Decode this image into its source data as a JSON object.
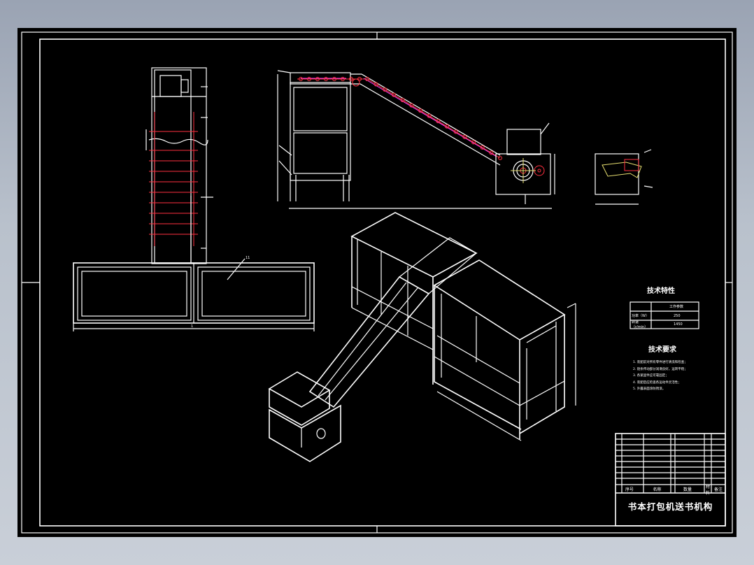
{
  "drawing": {
    "title": "书本打包机送书机构",
    "tech_specs": {
      "heading": "技术特性",
      "rows": [
        [
          "",
          "工作参数"
        ],
        [
          "功率（W）",
          "250"
        ],
        [
          "转速（r/min）",
          "1450"
        ]
      ]
    },
    "tech_requirements": {
      "heading": "技术要求",
      "items": [
        "1. 装配前对所有零件进行清洗和检查；",
        "2. 链条传动部分润滑良好，运转平稳；",
        "3. 各紧固件应可靠固定；",
        "4. 装配后应检查各运动件灵活性；",
        "5. 外露表面涂防锈漆。"
      ]
    },
    "bom": {
      "header": [
        "序号",
        "名称",
        "数量",
        "材料",
        "备注"
      ]
    }
  },
  "colors": {
    "background": "#000000",
    "lines": "#ffffff",
    "chain": "#ff3040",
    "dims": "#ff44ff",
    "accent": "#e8e070"
  }
}
